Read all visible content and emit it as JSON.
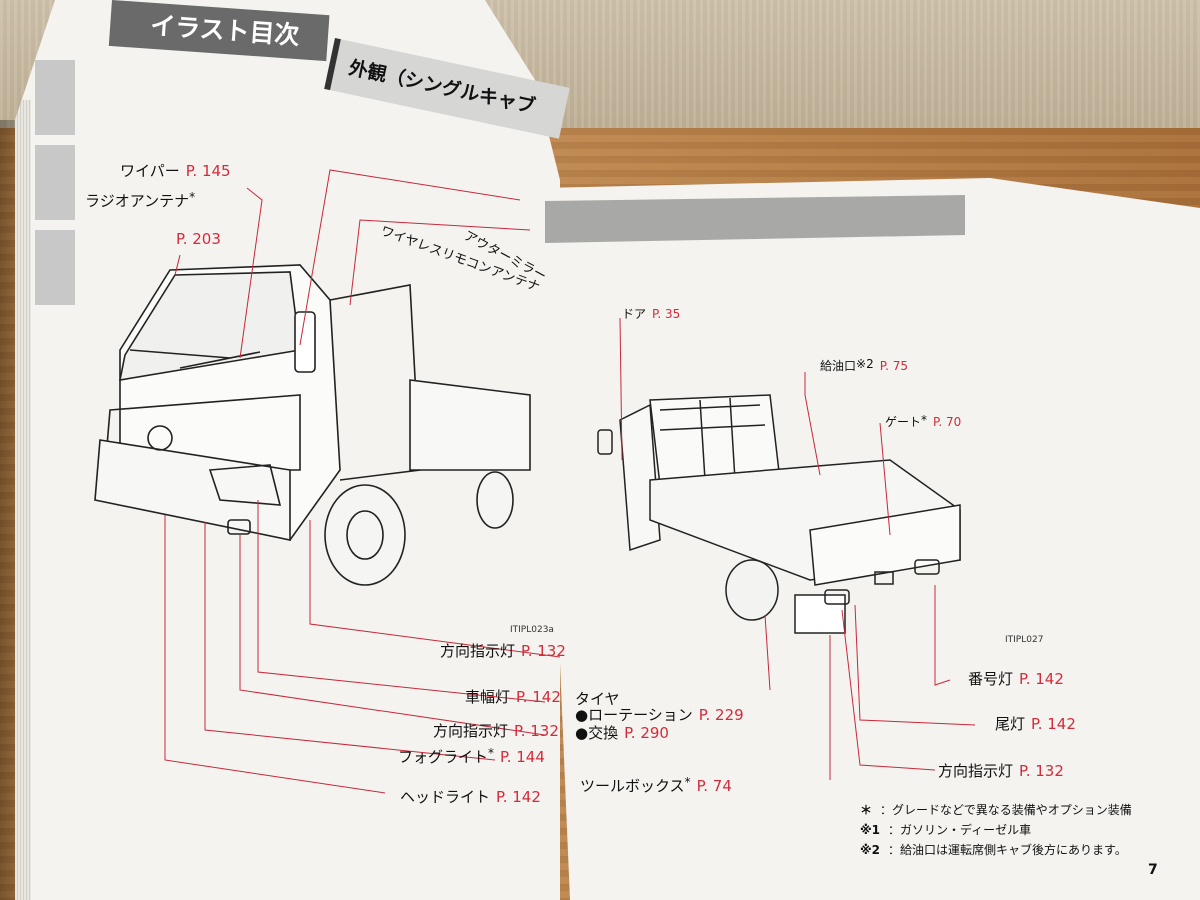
{
  "left_page": {
    "tab_title": "イラスト目次",
    "section_title": "外観（シングルキャブ",
    "image_code": "ITIPL023a"
  },
  "right_page": {
    "image_code": "ITIPL027",
    "page_number": "7"
  },
  "callouts_left": {
    "wiper": {
      "label": "ワイパー",
      "page": "P. 145"
    },
    "radio_antenna": {
      "label": "ラジオアンテナ",
      "star": "*",
      "page": "P. 203"
    },
    "outer_mirror": {
      "label": "アウターミラー"
    },
    "wireless_antenna": {
      "label": "ワイヤレスリモコンアンテナ"
    },
    "turn_signal_1": {
      "label": "方向指示灯",
      "page": "P. 132"
    },
    "side_marker": {
      "label": "車幅灯",
      "page": "P. 142"
    },
    "turn_signal_2": {
      "label": "方向指示灯",
      "page": "P. 132"
    },
    "fog_light": {
      "label": "フォグライト",
      "star": "*",
      "page": "P. 144"
    },
    "headlight": {
      "label": "ヘッドライト",
      "page": "P. 142"
    }
  },
  "callouts_right": {
    "door": {
      "label": "ドア",
      "page": "P. 35"
    },
    "fuel_inlet": {
      "label": "給油口",
      "star": "※2",
      "page": "P. 75"
    },
    "gate": {
      "label": "ゲート",
      "star": "*",
      "page": "P. 70"
    },
    "tire": {
      "label": "タイヤ"
    },
    "rotation": {
      "label": "●ローテーション",
      "page": "P. 229"
    },
    "replace": {
      "label": "●交換",
      "page": "P. 290"
    },
    "toolbox": {
      "label": "ツールボックス",
      "star": "*",
      "page": "P. 74"
    },
    "license_light": {
      "label": "番号灯",
      "page": "P. 142"
    },
    "tail_light": {
      "label": "尾灯",
      "page": "P. 142"
    },
    "turn_signal_rear": {
      "label": "方向指示灯",
      "page": "P. 132"
    }
  },
  "legend": [
    {
      "mark": "＊",
      "text": "：グレードなどで異なる装備やオプション装備"
    },
    {
      "mark": "※1",
      "text": "：ガソリン・ディーゼル車"
    },
    {
      "mark": "※2",
      "text": "：給油口は運転席側キャブ後方にあります。"
    }
  ],
  "colors": {
    "accent": "#d42b3b",
    "line": "#c8283a"
  }
}
